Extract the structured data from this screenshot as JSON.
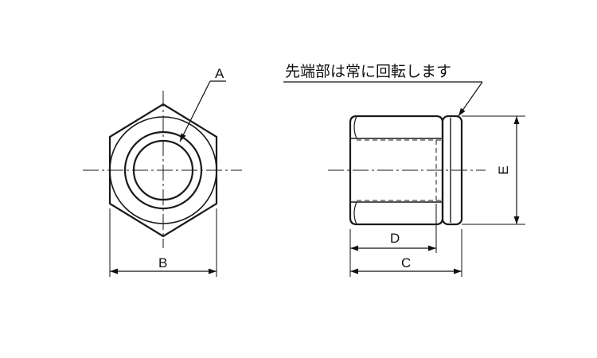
{
  "labels": {
    "a": "A",
    "b": "B",
    "c": "C",
    "d": "D",
    "e": "E"
  },
  "note": "先端部は常に回転します",
  "colors": {
    "line": "#1a1a1a",
    "dimension": "#111111",
    "background": "#ffffff"
  }
}
